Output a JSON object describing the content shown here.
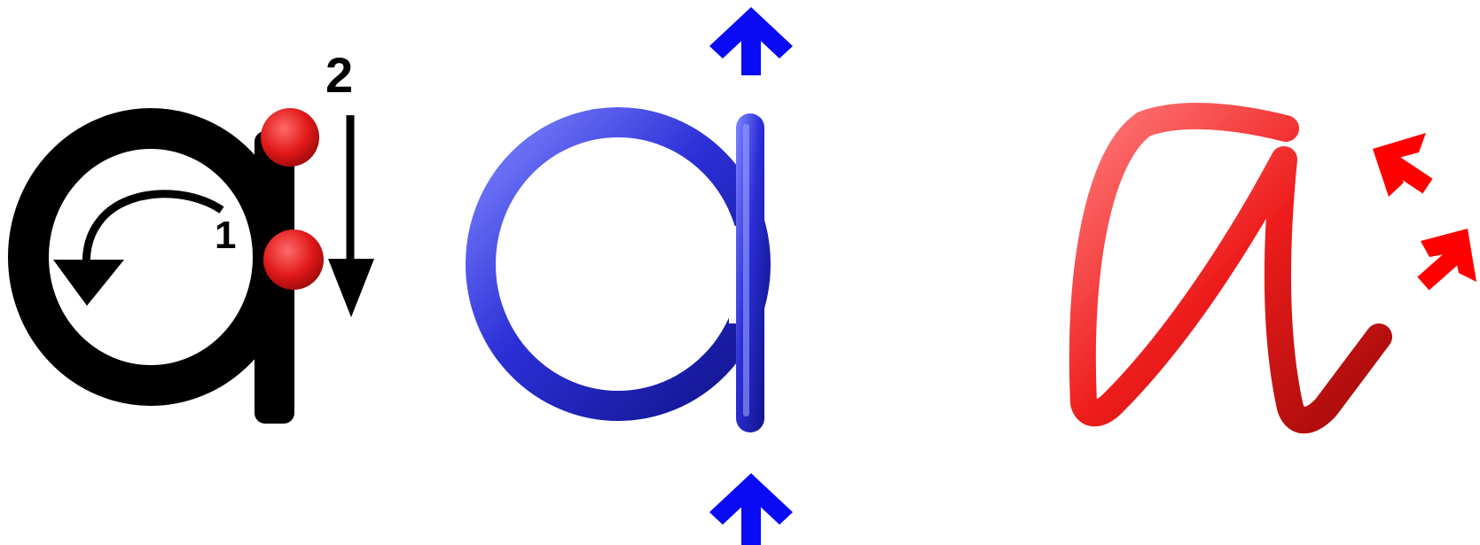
{
  "panels": [
    {
      "id": "stroke-order-guide",
      "letter": "a",
      "color": "#000000",
      "dot_color": "#e8201f",
      "step_labels": [
        "1",
        "2"
      ]
    },
    {
      "id": "blue-tube-letter",
      "letter": "a",
      "color": "#2b2fd6",
      "arrow_color": "#0a0af5"
    },
    {
      "id": "red-cursive-letter",
      "letter": "a",
      "color": "#ee1c1c",
      "arrow_color": "#ff0000"
    }
  ]
}
